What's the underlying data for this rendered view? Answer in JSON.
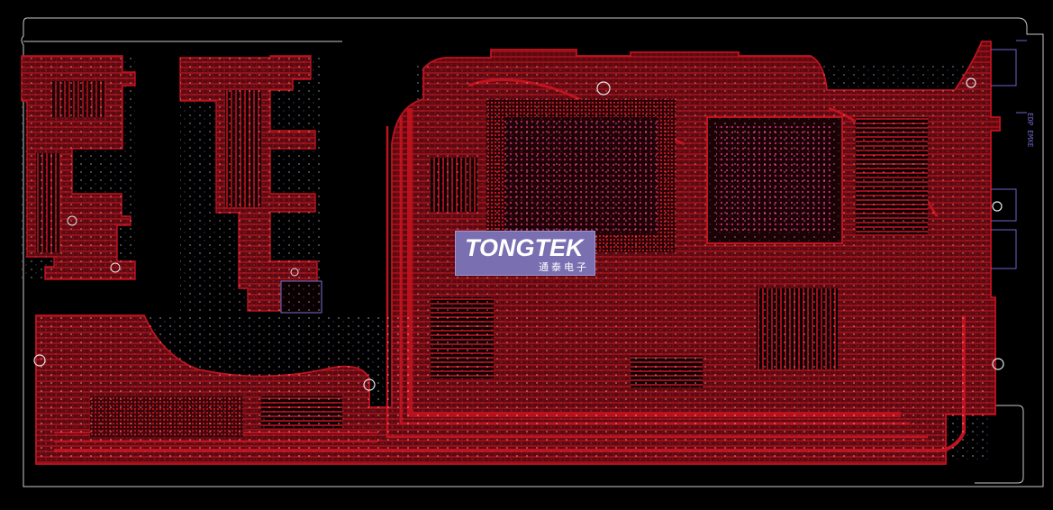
{
  "viewer": {
    "content": "PCB layout view of a notebook mainboard (top copper layer)",
    "colors": {
      "background": "#000000",
      "copper_trace": "#c1121f",
      "copper_fill": "#7d0d14",
      "silkscreen": "#6d64c8",
      "board_outline": "#c8c8c8",
      "pad": "#e8e8e8"
    }
  },
  "logo": {
    "brand": "TONGTEK",
    "subtitle": "通泰电子",
    "background_color": "#7a6fb0"
  },
  "side_label": {
    "text": "EDP EMXE"
  }
}
